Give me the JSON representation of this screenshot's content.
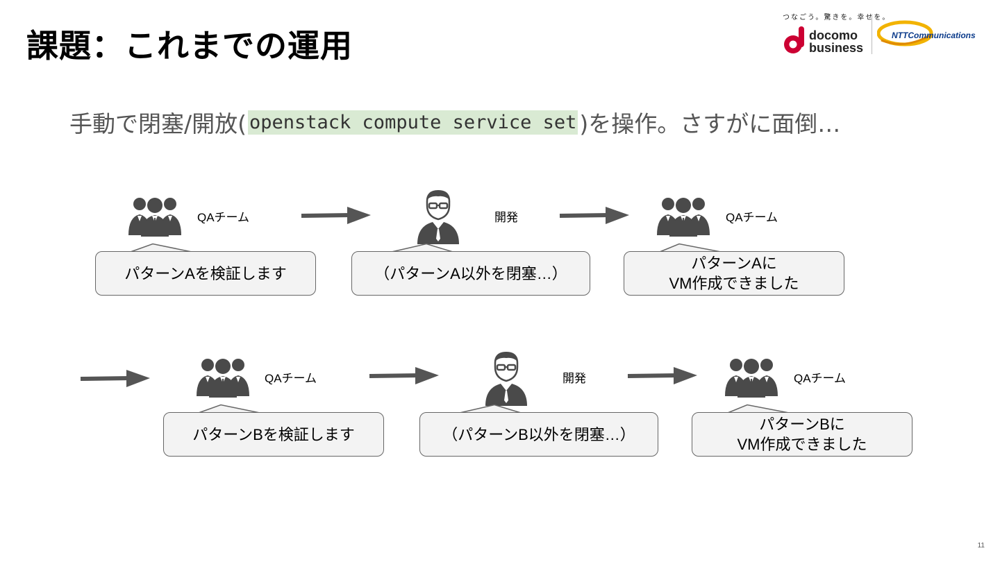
{
  "title": "課題：これまでの運用",
  "subtitle": {
    "prefix": "手動で閉塞/開放(",
    "code": "openstack compute service set",
    "suffix": ")を操作。さすがに面倒…"
  },
  "logos": {
    "tagline": "つなごう。驚きを。幸せを。",
    "docomo_line1": "docomo",
    "docomo_line2": "business",
    "ntt_name": "NTTCommunications"
  },
  "row1": {
    "actors": [
      {
        "label": "QAチーム",
        "icon": "team-icon"
      },
      {
        "label": "開発",
        "icon": "developer-icon"
      },
      {
        "label": "QAチーム",
        "icon": "team-icon"
      }
    ],
    "bubbles": [
      "パターンAを検証します",
      "（パターンA以外を閉塞…）",
      "パターンAに\nVM作成できました"
    ]
  },
  "row2": {
    "actors": [
      {
        "label": "QAチーム",
        "icon": "team-icon"
      },
      {
        "label": "開発",
        "icon": "developer-icon"
      },
      {
        "label": "QAチーム",
        "icon": "team-icon"
      }
    ],
    "bubbles": [
      "パターンBを検証します",
      "（パターンB以外を閉塞…）",
      "パターンBに\nVM作成できました"
    ]
  },
  "page_number": "11",
  "colors": {
    "bubble_fill": "#f3f3f3",
    "code_highlight": "#d9ead3",
    "icon_gray": "#4a4a4a",
    "arrow": "#555555",
    "docomo_red": "#cc0033"
  }
}
